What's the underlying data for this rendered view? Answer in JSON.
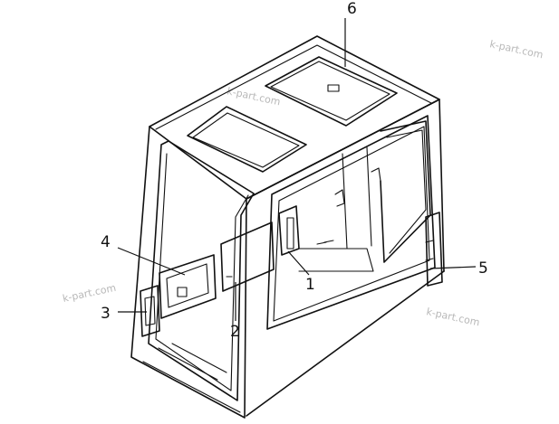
{
  "callouts": [
    {
      "id": "1",
      "label": "1"
    },
    {
      "id": "2",
      "label": "2"
    },
    {
      "id": "3",
      "label": "3"
    },
    {
      "id": "4",
      "label": "4"
    },
    {
      "id": "5",
      "label": "5"
    },
    {
      "id": "6",
      "label": "6"
    }
  ],
  "watermarks": [
    "k-part.com",
    "k-part.com",
    "k-part.com",
    "k-part.com"
  ]
}
